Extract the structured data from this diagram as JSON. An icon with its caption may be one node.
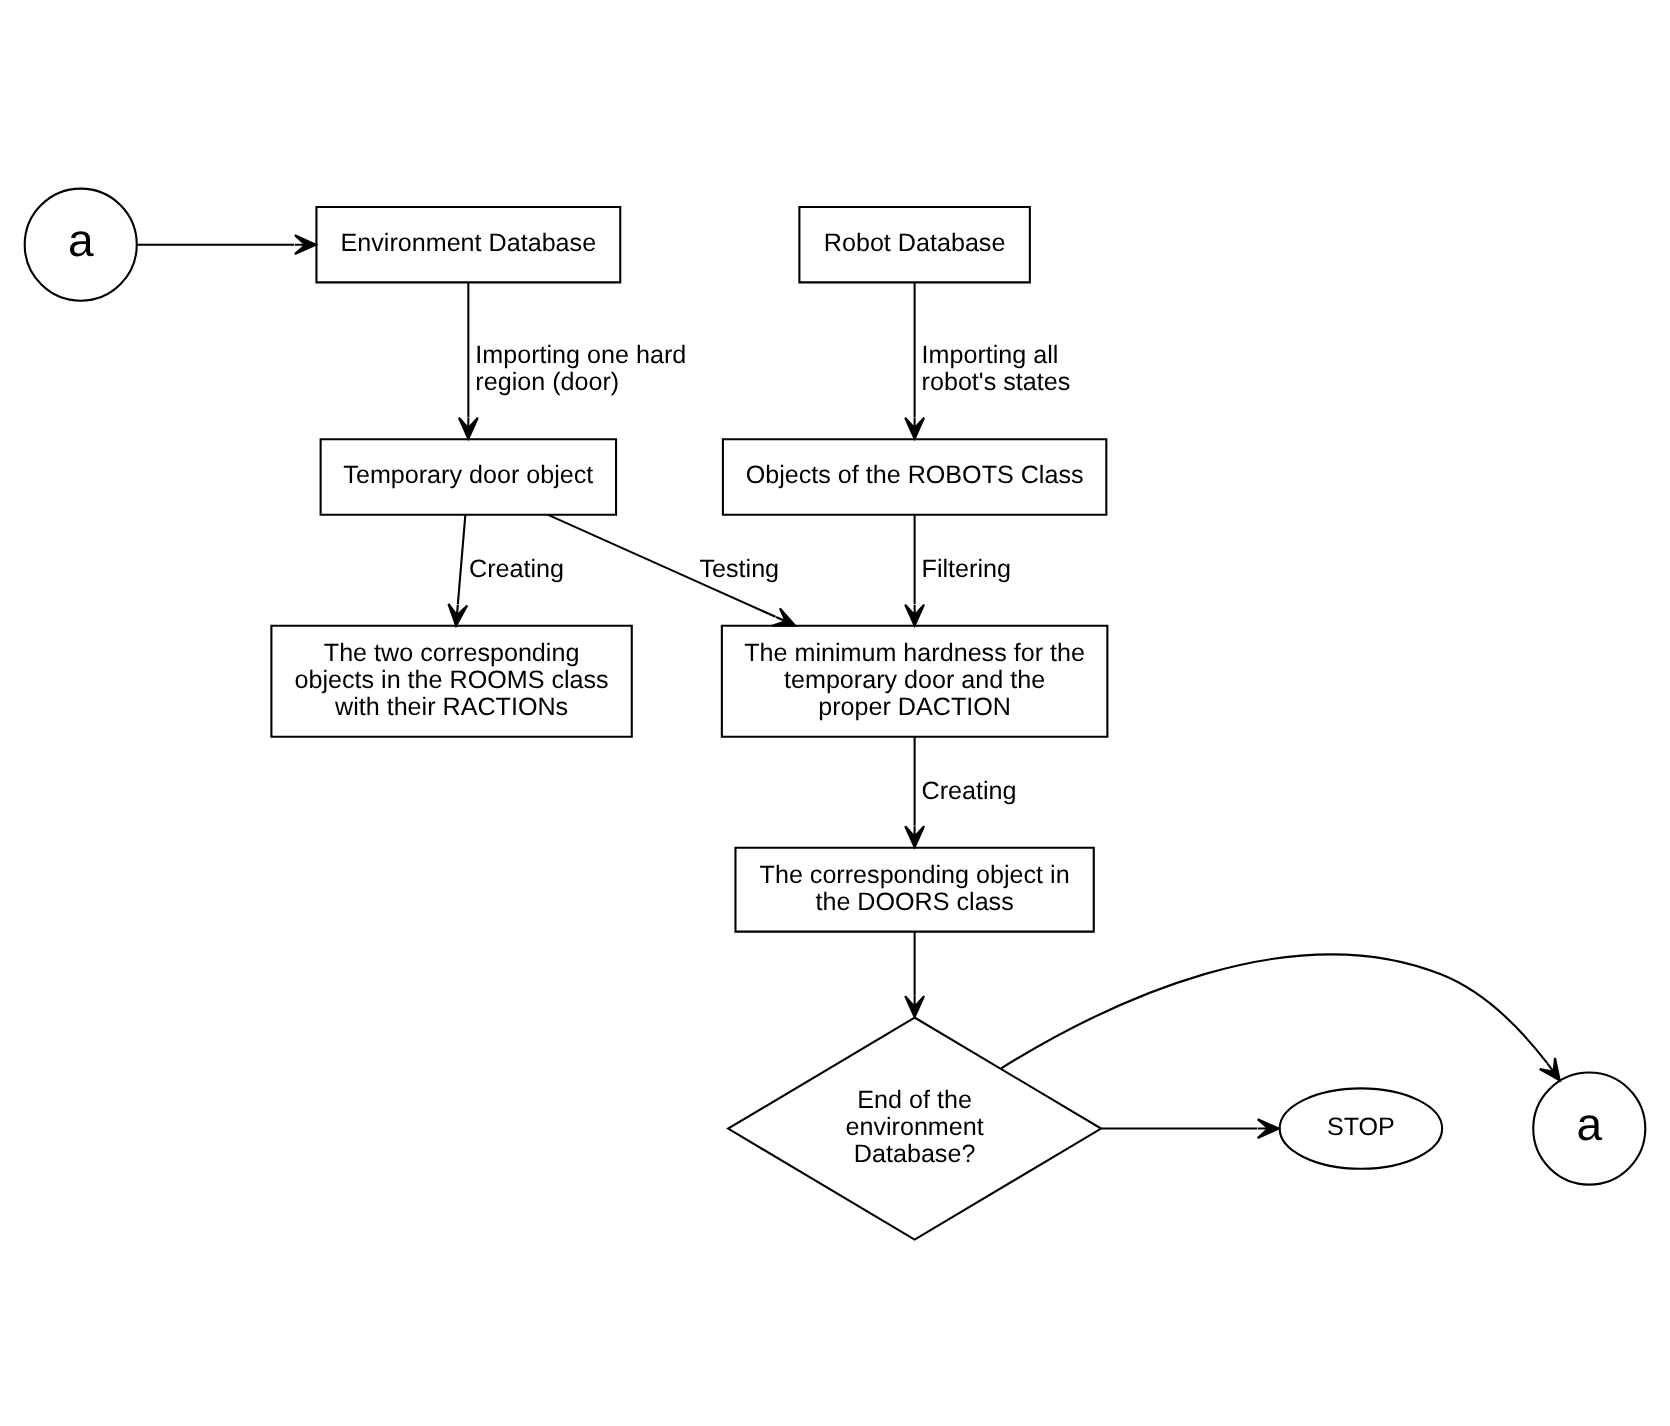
{
  "diagram": {
    "nodes": [
      {
        "text": [
          "a"
        ]
      },
      {
        "text": [
          "Environment Database"
        ]
      },
      {
        "text": [
          "Robot Database"
        ]
      },
      {
        "text": [
          "Temporary door object"
        ]
      },
      {
        "text": [
          "Objects of the ROBOTS Class"
        ]
      },
      {
        "text": [
          "The two corresponding objects in the ROOMS class with their RACTIONs"
        ]
      },
      {
        "text": [
          "The minimum hardness for the temporary door and the proper DACTION"
        ]
      },
      {
        "text": [
          "The corresponding object in the DOORS class"
        ]
      },
      {
        "text": [
          "End of the environment Database?"
        ]
      },
      {
        "text": [
          "a"
        ]
      },
      {
        "text": [
          "STOP"
        ]
      }
    ],
    "edges": [
      {
        "from": 0,
        "to": 1,
        "arrow": "to"
      },
      {
        "from": 1,
        "to": 3,
        "arrow": "to",
        "label": "Importing one hard region (door)"
      },
      {
        "from": 2,
        "to": 4,
        "arrow": "to",
        "label": "Importing all robot's states"
      },
      {
        "from": 3,
        "to": 5,
        "arrow": "to",
        "label": "Creating"
      },
      {
        "from": 3,
        "to": 6,
        "arrow": "to",
        "label": "Testing"
      },
      {
        "from": 4,
        "to": 6,
        "arrow": "to",
        "label": "Filtering"
      },
      {
        "from": 6,
        "to": 7,
        "arrow": "to",
        "label": "Creating"
      },
      {
        "from": 7,
        "to": 8,
        "arrow": "to"
      },
      {
        "from": 8,
        "to": 9,
        "arrow": "to"
      },
      {
        "from": 8,
        "to": 10,
        "arrow": "to"
      }
    ]
  }
}
